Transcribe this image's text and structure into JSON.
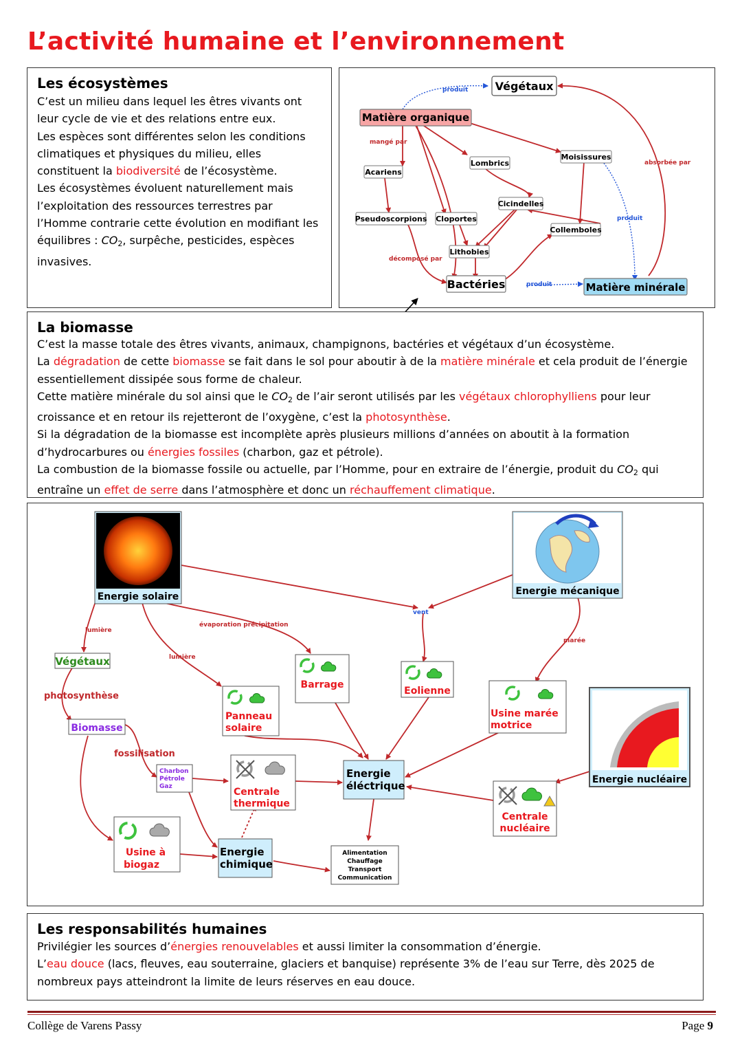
{
  "title": "L’activité humaine et l’environnement",
  "ecosystems": {
    "heading": "Les écosystèmes",
    "text1": "C’est un milieu dans lequel les êtres vivants ont leur cycle de vie et des relations entre eux.",
    "text2a": "Les espèces sont différentes selon les conditions climatiques et physiques du milieu, elles constituent la ",
    "text2_red": "biodiversité",
    "text2b": " de l’écosystème.",
    "text3a": "Les écosystèmes évoluent naturellement mais l’exploitation des ressources terrestres par l’Homme contrarie cette évolution en modifiant les équilibres : ",
    "co2_base": "CO",
    "co2_sub": "2",
    "text3b": ", surpêche, pesticides, espèces invasives."
  },
  "food_web": {
    "nodes": {
      "vegetaux": "Végétaux",
      "matiere_organique": "Matière organique",
      "acariens": "Acariens",
      "lombrics": "Lombrics",
      "moisissures": "Moisissures",
      "pseudoscorpions": "Pseudoscorpions",
      "cloportes": "Cloportes",
      "cicindelles": "Cicindelles",
      "collemboles": "Collemboles",
      "lithobies": "Lithobies",
      "bacteries": "Bactéries",
      "matiere_minerale": "Matière minérale"
    },
    "edge_labels": {
      "produit1": "produit",
      "mange_par": "mangé par",
      "absorbee_par": "absorbée par",
      "produit2": "produit",
      "decompose_par": "décomposé par",
      "produit3": "produit"
    }
  },
  "biomass": {
    "heading": "La biomasse",
    "l1": "C’est la masse totale des êtres vivants, animaux, champignons, bactéries et végétaux d’un écosystème.",
    "l2": [
      {
        "t": "La ",
        "red": false
      },
      {
        "t": "dégradation",
        "red": true
      },
      {
        "t": " de cette ",
        "red": false
      },
      {
        "t": "biomasse",
        "red": true
      },
      {
        "t": " se fait dans le sol pour aboutir à de la ",
        "red": false
      },
      {
        "t": "matière minérale",
        "red": true
      },
      {
        "t": " et cela produit de l’énergie essentiellement dissipée sous forme de chaleur.",
        "red": false
      }
    ],
    "l3": [
      {
        "t": "Cette matière minérale du sol ainsi que le ",
        "red": false
      },
      {
        "t": "CO",
        "red": false,
        "it": true
      },
      {
        "t": "2",
        "red": false,
        "sub": true
      },
      {
        "t": " de l’air seront utilisés par les ",
        "red": false
      },
      {
        "t": "végétaux chlorophylliens",
        "red": true
      },
      {
        "t": " pour leur croissance et en retour ils rejetteront de l’oxygène, c’est la ",
        "red": false
      },
      {
        "t": "photosynthèse",
        "red": true
      },
      {
        "t": ".",
        "red": false
      }
    ],
    "l4": [
      {
        "t": "Si la dégradation de la biomasse est incomplète après plusieurs millions d’années on aboutit à la formation d’hydrocarbures ou ",
        "red": false
      },
      {
        "t": "énergies fossiles",
        "red": true
      },
      {
        "t": " (charbon, gaz et pétrole).",
        "red": false
      }
    ],
    "l5": [
      {
        "t": "La combustion de la biomasse fossile ou actuelle, par l’Homme, pour en extraire de l’énergie, produit du ",
        "red": false
      },
      {
        "t": "CO",
        "red": false,
        "it": true
      },
      {
        "t": "2",
        "red": false,
        "sub": true
      },
      {
        "t": " qui entraîne un ",
        "red": false
      },
      {
        "t": "effet de serre",
        "red": true
      },
      {
        "t": " dans l’atmosphère et donc un ",
        "red": false
      },
      {
        "t": "réchauffement climatique",
        "red": true
      },
      {
        "t": ".",
        "red": false
      }
    ]
  },
  "energy_map": {
    "energie_solaire": "Energie solaire",
    "energie_mecanique": "Energie mécanique",
    "vent": "vent",
    "lumiere1": "lumière",
    "lumiere2": "lumière",
    "evaporation": "évaporation précipitation",
    "maree": "marée",
    "vegetaux": "Végétaux",
    "photosynthese": "photosynthèse",
    "biomasse": "Biomasse",
    "fossilisation": "fossilisation",
    "fossils": [
      "Charbon",
      "Pétrole",
      "Gaz"
    ],
    "barrage": "Barrage",
    "eolienne": "Eolienne",
    "panneau": [
      "Panneau",
      "solaire"
    ],
    "usine_maree": [
      "Usine marée",
      "motrice"
    ],
    "energie_nucleaire": "Energie nucléaire",
    "centrale_thermique": [
      "Centrale",
      "thermique"
    ],
    "energie_electrique": [
      "Energie",
      "éléctrique"
    ],
    "centrale_nucleaire": [
      "Centrale",
      "nucléaire"
    ],
    "usine_biogaz": [
      "Usine à",
      "biogaz"
    ],
    "energie_chimique": [
      "Energie",
      "chimique"
    ],
    "uses": [
      "Alimentation",
      "Chauffage",
      "Transport",
      "Communication"
    ],
    "colors": {
      "renewable": "#3ec23e",
      "node_blue": "#cfeefc",
      "label_red": "#e8191f",
      "purple": "#8a2be2"
    }
  },
  "responsibilities": {
    "heading": "Les responsabilités humaines",
    "l1": [
      {
        "t": "Privilégier les sources d’",
        "red": false
      },
      {
        "t": "énergies renouvelables",
        "red": true
      },
      {
        "t": " et aussi limiter la consommation d’énergie.",
        "red": false
      }
    ],
    "l2": [
      {
        "t": "L’",
        "red": false
      },
      {
        "t": "eau douce",
        "red": true
      },
      {
        "t": " (lacs, fleuves, eau souterraine, glaciers et banquise) représente 3% de l’eau sur Terre, dès 2025 de nombreux pays atteindront la limite de leurs réserves en eau douce.",
        "red": false
      }
    ]
  },
  "footer": {
    "school": "Collège de Varens Passy",
    "page_label": "Page ",
    "page_num": "9"
  }
}
